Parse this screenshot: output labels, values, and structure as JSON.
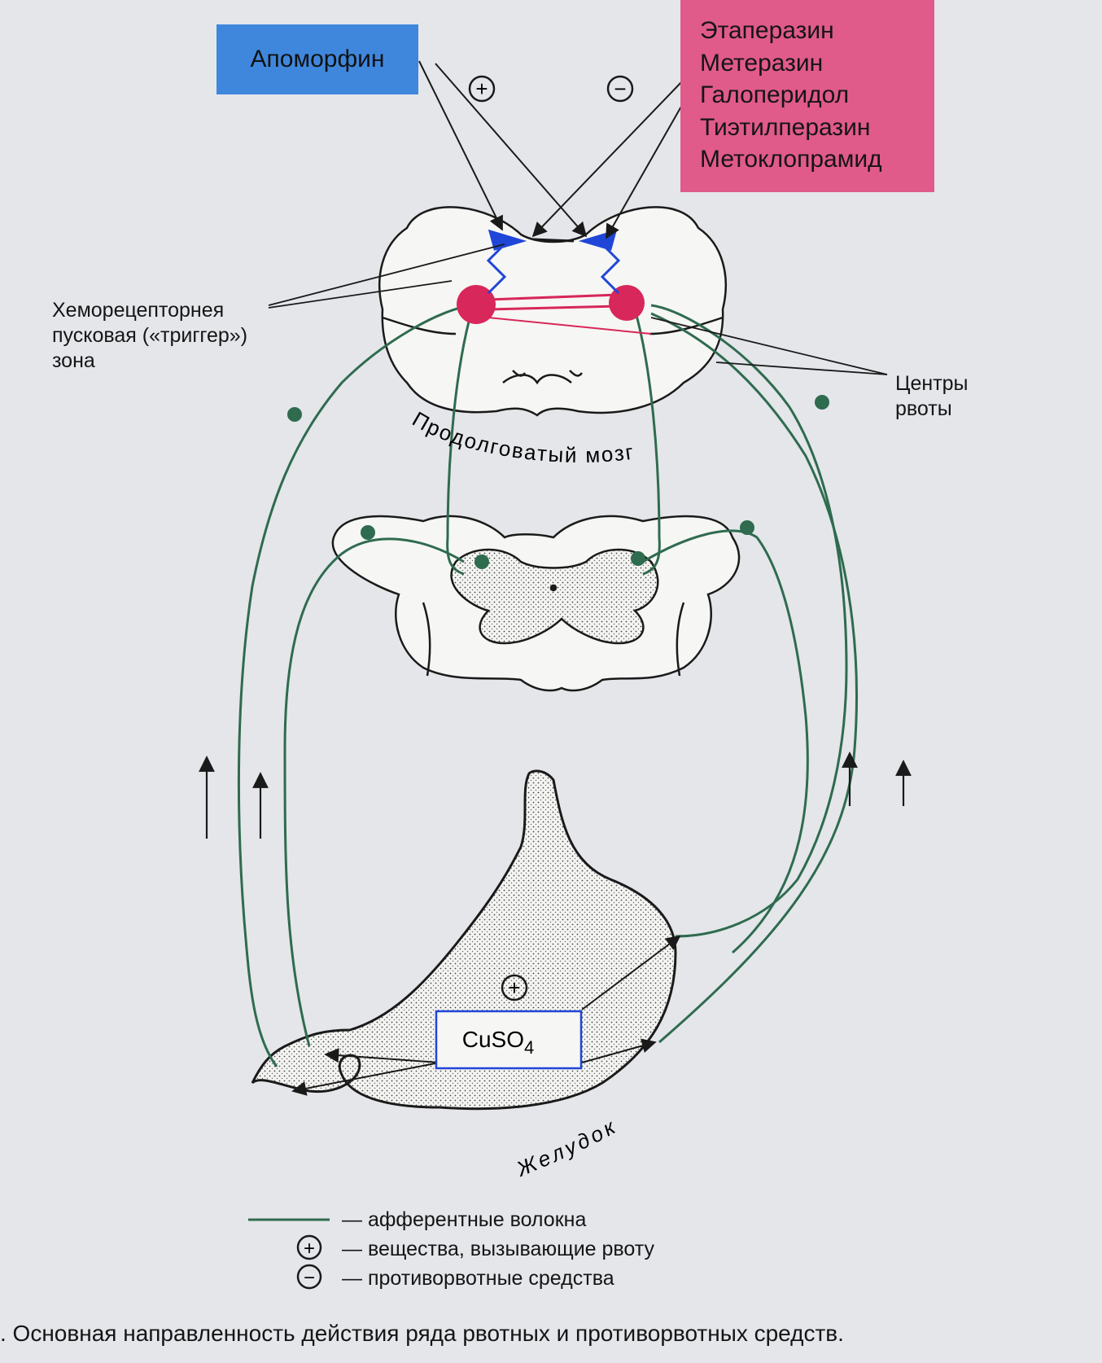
{
  "apomorphine": "Апоморфин",
  "antiemetics": [
    "Этаперазин",
    "Метеразин",
    "Галоперидол",
    "Тиэтилперазин",
    "Метоклопрамид"
  ],
  "trigger_zone": [
    "Хеморецепторнея",
    "пусковая («триггер»)",
    "зона"
  ],
  "vomiting_centers": [
    "Центры",
    "рвоты"
  ],
  "medulla": "Продолговатый мозг",
  "stomach": "Желудок",
  "cuso4": "CuSO",
  "cuso4_sub": "4",
  "sign_plus": "+",
  "sign_minus": "−",
  "legend": {
    "afferent": "— афферентные волокна",
    "emetic": "— вещества, вызывающие рвоту",
    "antiemetic": "— противорвотные средства"
  },
  "caption": ". Основная направленность действия ряда рвотных и противорвотных средств.",
  "colors": {
    "fiber": "#2f6b4f",
    "apomorphine_box": "#3f87dc",
    "antiemetic_box": "#e05a8a",
    "trigger_nuclei": "#d8275a",
    "receptors": "#2046d8"
  }
}
